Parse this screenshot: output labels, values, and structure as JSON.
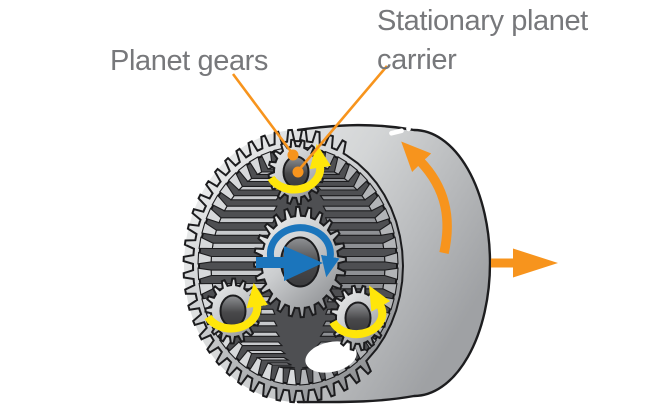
{
  "diagram": {
    "labels": {
      "planet_gears": "Planet gears",
      "stationary_carrier_line1": "Stationary planet",
      "stationary_carrier_line2": "carrier"
    },
    "colors": {
      "accent_orange": "#F7941D",
      "accent_blue": "#1B75BC",
      "accent_yellow": "#FFE60A",
      "label_gray": "#77787B",
      "outline_dark": "#1C1C1E"
    },
    "icons": {
      "ring_rotation_arrow": "curved-arrow-up-ccw",
      "output_direction_arrow": "arrow-right",
      "sun_rotation_arrow": "curved-arrow-cw",
      "sun_axis_arrow": "arrow-right",
      "planet_rotation_arrow": "curved-arrow-ccw",
      "leader_line": "orange-line-with-dot",
      "drum_index_mark": "white-dash"
    }
  }
}
